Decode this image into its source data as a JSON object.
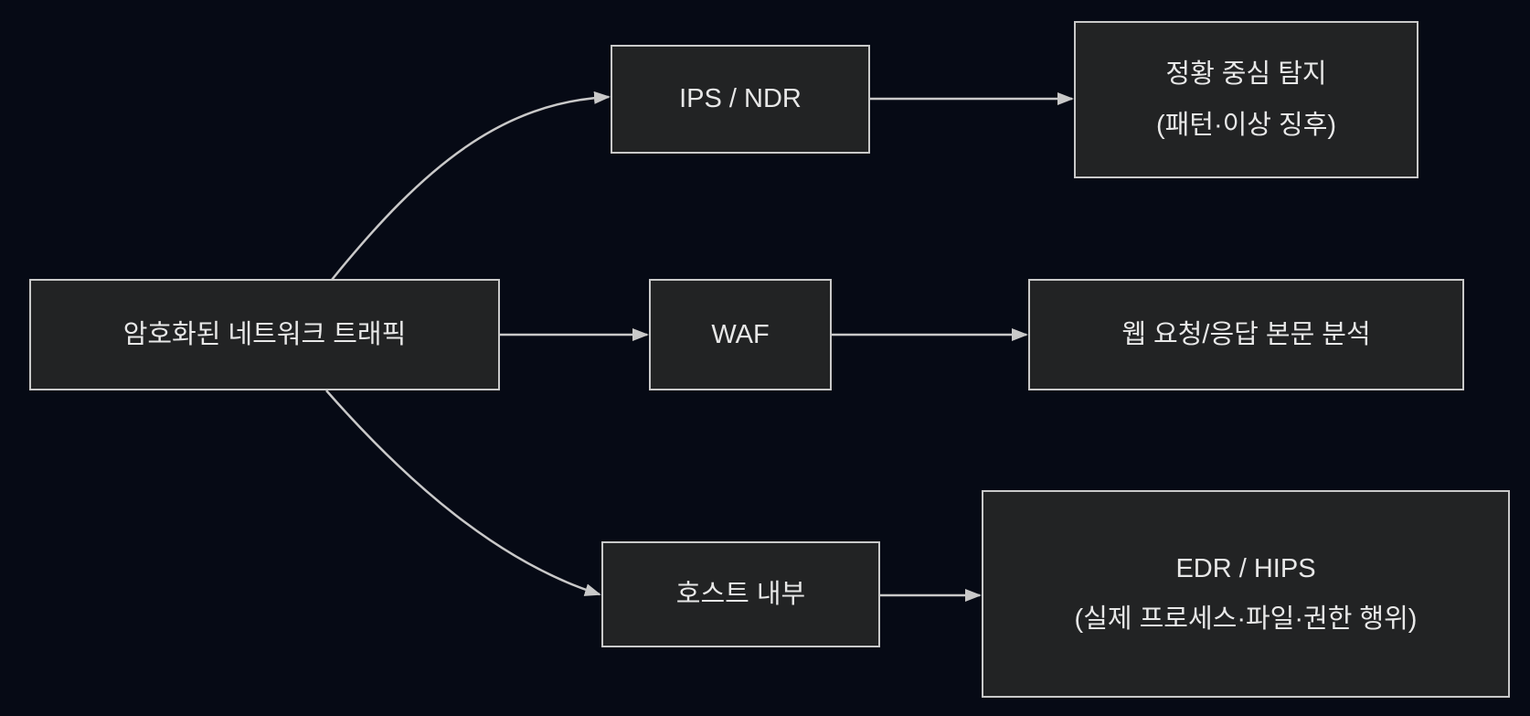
{
  "diagram": {
    "type": "flowchart",
    "direction": "left-to-right",
    "colors": {
      "background": "#060a15",
      "node_fill": "#222324",
      "node_border": "#c9c9c9",
      "edge": "#c9c9c9",
      "text": "#e8e8e8"
    },
    "nodes": {
      "source": {
        "label": "암호화된 네트워크 트래픽"
      },
      "ips": {
        "label": "IPS / NDR"
      },
      "waf": {
        "label": "WAF"
      },
      "host": {
        "label": "호스트 내부"
      },
      "context": {
        "line1": "정황 중심 탐지",
        "line2": "(패턴·이상 징후)"
      },
      "web": {
        "label": "웹 요청/응답 본문 분석"
      },
      "edr": {
        "line1": "EDR / HIPS",
        "line2": "(실제 프로세스·파일·권한 행위)"
      }
    },
    "edges": [
      {
        "from": "source",
        "to": "ips"
      },
      {
        "from": "source",
        "to": "waf"
      },
      {
        "from": "source",
        "to": "host"
      },
      {
        "from": "ips",
        "to": "context"
      },
      {
        "from": "waf",
        "to": "web"
      },
      {
        "from": "host",
        "to": "edr"
      }
    ]
  }
}
